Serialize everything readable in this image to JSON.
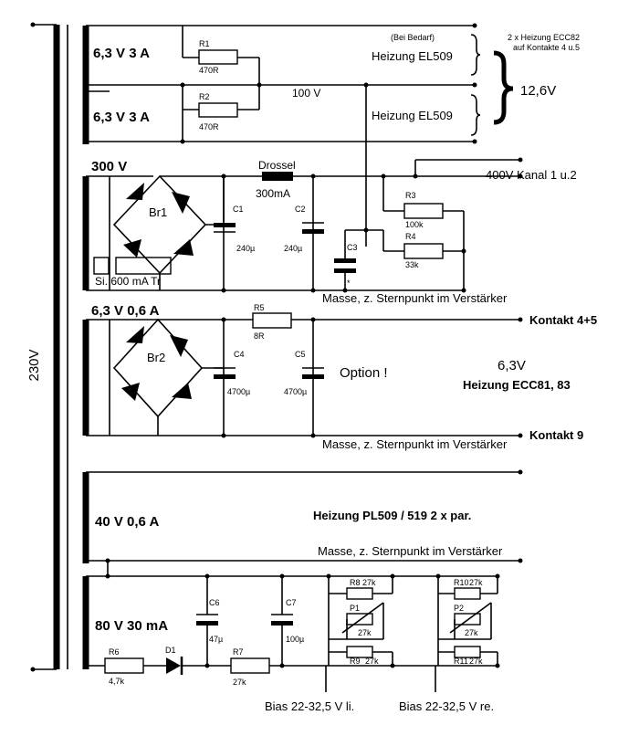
{
  "labels": {
    "v230": "230V",
    "w1": "6,3 V 3 A",
    "w2": "6,3 V 3 A",
    "w3": "300 V",
    "w4": "6,3 V 0,6 A",
    "w5": "40 V 0,6 A",
    "w6": "80 V 30 mA",
    "bei_bedarf": "(Bei Bedarf)",
    "heiz_el509_1": "Heizung EL509",
    "heiz_el509_2": "Heizung EL509",
    "ecc82_1": "2 x Heizung ECC82",
    "ecc82_2": "auf Kontakte 4 u.5",
    "v126": "12,6V",
    "v100": "100 V",
    "drossel": "Drossel",
    "drossel_i": "300mA",
    "kanal": "400V Kanal 1 u.2",
    "masse1": "Masse, z. Sternpunkt im Verstärker",
    "masse2": "Masse, z. Sternpunkt im Verstärker",
    "masse3": "Masse, z. Sternpunkt im Verstärker",
    "fuse": "Si. 600 mA Tr",
    "kontakt45": "Kontakt 4+5",
    "kontakt9": "Kontakt 9",
    "option": "Option !",
    "v63": "6,3V",
    "ecc81": "Heizung ECC81, 83",
    "pl509": "Heizung PL509 / 519   2 x par.",
    "bias_li": "Bias 22-32,5 V li.",
    "bias_re": "Bias 22-32,5 V re.",
    "star": "*"
  },
  "components": {
    "R1": {
      "name": "R1",
      "value": "470R"
    },
    "R2": {
      "name": "R2",
      "value": "470R"
    },
    "R3": {
      "name": "R3",
      "value": "100k"
    },
    "R4": {
      "name": "R4",
      "value": "33k"
    },
    "R5": {
      "name": "R5",
      "value": "8R"
    },
    "R6": {
      "name": "R6",
      "value": "4,7k"
    },
    "R7": {
      "name": "R7",
      "value": "27k"
    },
    "R8": {
      "name": "R8",
      "value": "27k"
    },
    "R9": {
      "name": "R9",
      "value": "27k"
    },
    "R10": {
      "name": "R10",
      "value": "27k"
    },
    "R11": {
      "name": "R11",
      "value": "27k"
    },
    "P1": {
      "name": "P1",
      "value": "27k"
    },
    "P2": {
      "name": "P2",
      "value": "27k"
    },
    "C1": {
      "name": "C1",
      "value": "240µ"
    },
    "C2": {
      "name": "C2",
      "value": "240µ"
    },
    "C3": {
      "name": "C3"
    },
    "C4": {
      "name": "C4",
      "value": "4700µ"
    },
    "C5": {
      "name": "C5",
      "value": "4700µ"
    },
    "C6": {
      "name": "C6",
      "value": "47µ"
    },
    "C7": {
      "name": "C7",
      "value": "100µ"
    },
    "Br1": {
      "name": "Br1"
    },
    "Br2": {
      "name": "Br2"
    },
    "D1": {
      "name": "D1"
    }
  }
}
